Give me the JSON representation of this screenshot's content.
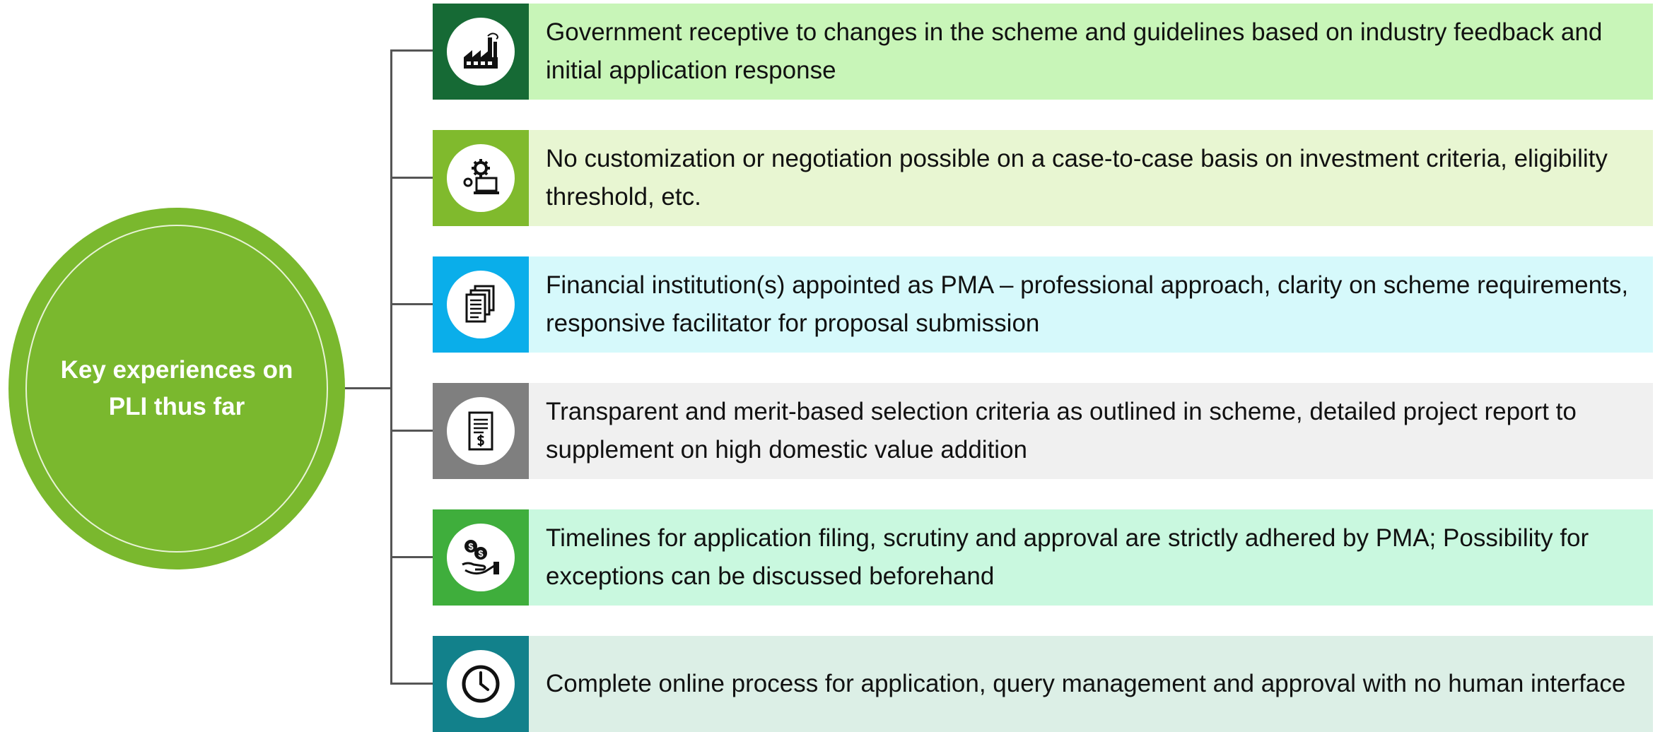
{
  "hub": {
    "title": "Key experiences on\nPLI  thus far"
  },
  "items": [
    {
      "text": "Government receptive to changes in the scheme and guidelines based on industry feedback and initial application response",
      "icon": "factory-icon",
      "icon_color": "#166a35",
      "band_color": "#c8f5b8"
    },
    {
      "text": "No customization or negotiation possible on a case-to-case basis on investment criteria, eligibility threshold, etc.",
      "icon": "gears-laptop-icon",
      "icon_color": "#80ba2d",
      "band_color": "#e8f6d2"
    },
    {
      "text": "Financial institution(s) appointed as PMA – professional approach, clarity on scheme requirements, responsive facilitator for proposal submission",
      "icon": "documents-icon",
      "icon_color": "#0aaeea",
      "band_color": "#d6f9fb"
    },
    {
      "text": "Transparent and merit-based selection criteria as outlined in scheme, detailed project report to supplement on high domestic value addition",
      "icon": "invoice-icon",
      "icon_color": "#7f7f7f",
      "band_color": "#f0f0f0"
    },
    {
      "text": "Timelines for application filing, scrutiny and approval are strictly adhered by PMA; Possibility for exceptions can be discussed beforehand",
      "icon": "money-hand-icon",
      "icon_color": "#3fae3c",
      "band_color": "#c9f8df"
    },
    {
      "text": "Complete online process for application, query management and approval with no human interface",
      "icon": "clock-icon",
      "icon_color": "#12818b",
      "band_color": "#dcefe6"
    }
  ]
}
